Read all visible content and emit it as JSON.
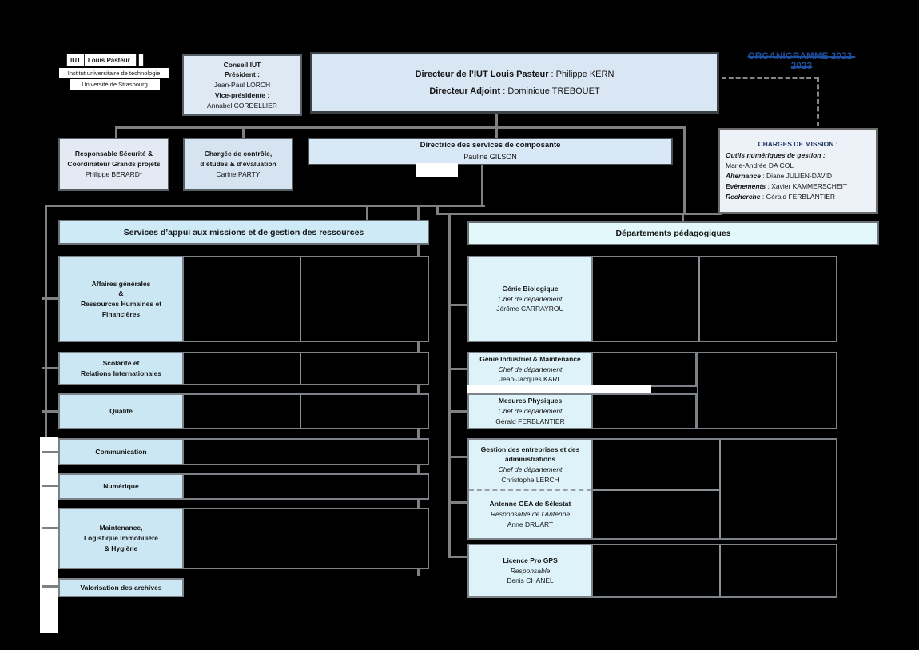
{
  "title_banner": {
    "text": "ORGANIGRAMME 2022-2023",
    "color": "#1f4e9f"
  },
  "logo": {
    "acronym": "IUT",
    "name": "Louis Pasteur",
    "subtitle1": "Institut universitaire de technologie",
    "subtitle2": "Université de Strasbourg"
  },
  "conseil": {
    "title": "Conseil IUT",
    "role1": "Président :",
    "name1": "Jean-Paul LORCH",
    "role2": "Vice-présidente :",
    "name2": "Annabel CORDELLIER"
  },
  "direction": {
    "title1": "Directeur de l’IUT Louis Pasteur",
    "name1": "Philippe KERN",
    "title2": "Directeur Adjoint",
    "name2": "Dominique TREBOUET",
    "sep": " : "
  },
  "responsable_securite": {
    "title": "Responsable Sécurité &\nCoordinateur Grands projets",
    "name": "Philippe BERARD*"
  },
  "chargee_controle": {
    "title": "Chargée de contrôle,\nd’études & d’évaluation",
    "name": "Carine PARTY"
  },
  "directrice_services": {
    "title": "Directrice des services de composante",
    "name": "Pauline GILSON"
  },
  "charges_mission": {
    "title": "CHARGES DE MISSION :",
    "item1_label": "Outils numériques de gestion  :",
    "item1_name": "Marie-Andrée DA COL",
    "items": [
      {
        "label": "Alternance",
        "sep": " : ",
        "name": "Diane JULIEN-DAVID"
      },
      {
        "label": "Evènements",
        "sep": " : ",
        "name": "Xavier KAMMERSCHEIT"
      },
      {
        "label": "Recherche",
        "sep": " : ",
        "name": "Gérald FERBLANTIER"
      }
    ]
  },
  "services": {
    "header": "Services d’appui aux missions et de gestion des ressources",
    "rows": [
      {
        "label": "Affaires générales\n&\nRessources Humaines et\nFinancières"
      },
      {
        "label": "Scolarité et\nRelations Internationales"
      },
      {
        "label": "Qualité"
      },
      {
        "label": "Communication"
      },
      {
        "label": "Numérique"
      },
      {
        "label": "Maintenance,\nLogistique Immobilière\n& Hygiène"
      },
      {
        "label": "Valorisation des archives"
      }
    ]
  },
  "departements": {
    "header": "Départements pédagogiques",
    "genie_biologique": {
      "title": "Génie Biologique",
      "role": "Chef de département",
      "name": "Jérôme CARRAYROU"
    },
    "genie_industriel": {
      "title": "Génie Industriel & Maintenance",
      "role": "Chef de département",
      "name": "Jean-Jacques KARL"
    },
    "mesures_physiques": {
      "title": "Mesures Physiques",
      "role": "Chef de département",
      "name": "Gérald FERBLANTIER"
    },
    "gea": {
      "title": "Gestion des entreprises et des\nadministrations",
      "role": "Chef de département",
      "name": "Christophe LERCH"
    },
    "antenne_gea": {
      "title": "Antenne GEA de Sélestat",
      "role": "Responsable de l’Antenne",
      "name": "Anne DRUART"
    },
    "licence_pro": {
      "title": "Licence Pro GPS",
      "role": "Responsable",
      "name": "Denis CHANEL"
    }
  },
  "colors": {
    "background": "#000000",
    "left_cell_fill": "#cbe7f4",
    "right_cell_fill": "#ddf3f9",
    "top_box_fill": "#d9e6f4",
    "connector_gray": "#808080",
    "accent_navy": "#1f3864"
  }
}
